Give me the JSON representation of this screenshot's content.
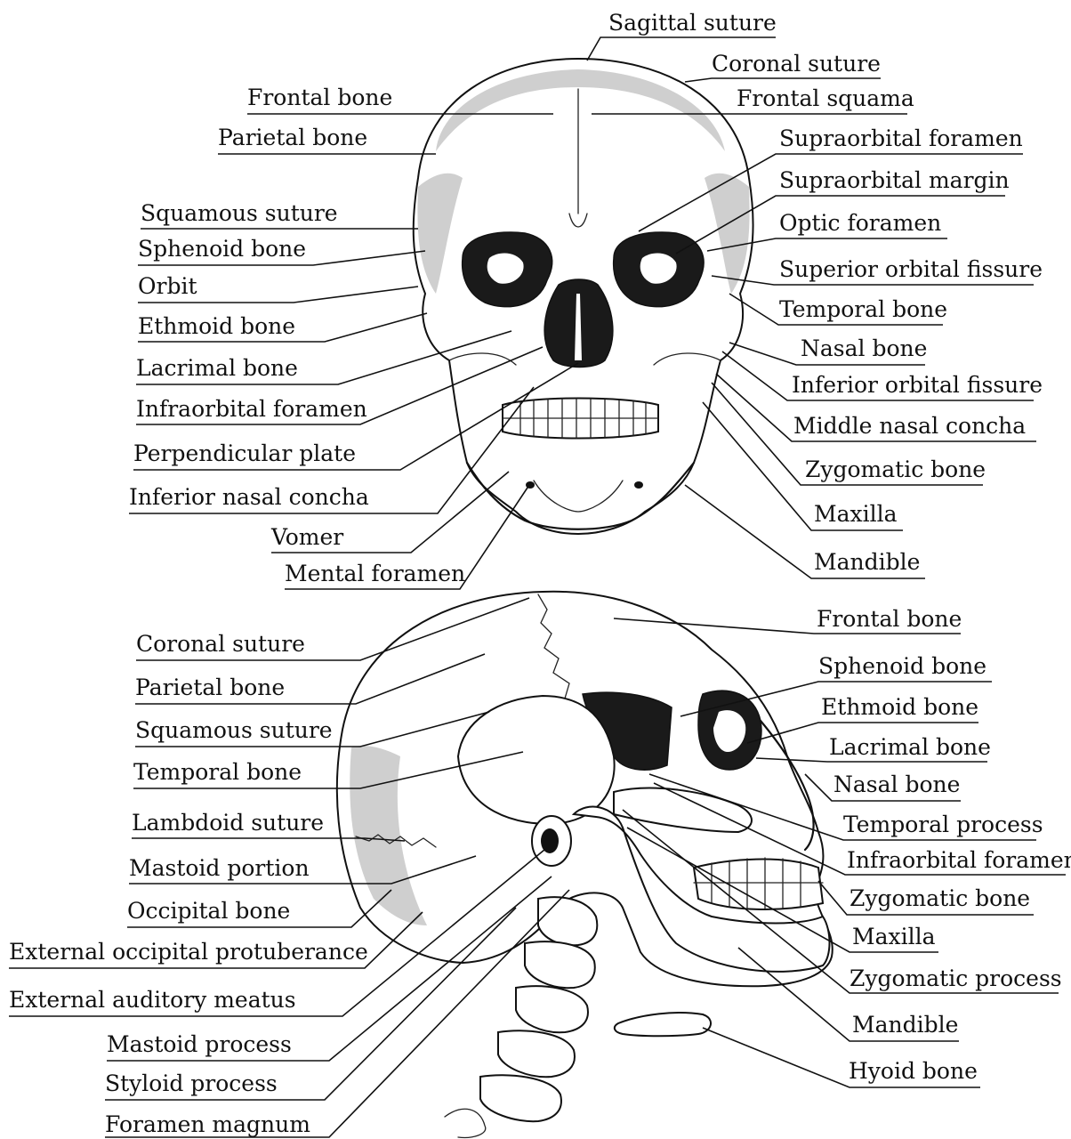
{
  "anterior_view": {
    "labels": [
      "Sagittal suture",
      "Coronal suture",
      "Frontal bone",
      "Frontal squama",
      "Parietal bone",
      "Supraorbital foramen",
      "Supraorbital margin",
      "Squamous suture",
      "Optic foramen",
      "Sphenoid bone",
      "Superior orbital fissure",
      "Orbit",
      "Temporal bone",
      "Ethmoid bone",
      "Nasal bone",
      "Lacrimal bone",
      "Inferior orbital fissure",
      "Infraorbital foramen",
      "Middle nasal concha",
      "Perpendicular plate",
      "Zygomatic bone",
      "Inferior nasal concha",
      "Maxilla",
      "Vomer",
      "Mandible",
      "Mental foramen"
    ]
  },
  "lateral_view": {
    "labels": [
      "Frontal bone",
      "Coronal suture",
      "Sphenoid bone",
      "Parietal bone",
      "Ethmoid bone",
      "Squamous suture",
      "Lacrimal bone",
      "Temporal bone",
      "Nasal bone",
      "Lambdoid suture",
      "Temporal process",
      "Mastoid portion",
      "Infraorbital foramen",
      "Occipital bone",
      "Zygomatic bone",
      "External occipital protuberance",
      "Maxilla",
      "Zygomatic process",
      "External auditory meatus",
      "Mandible",
      "Mastoid process",
      "Hyoid bone",
      "Styloid process",
      "Foramen magnum"
    ]
  }
}
